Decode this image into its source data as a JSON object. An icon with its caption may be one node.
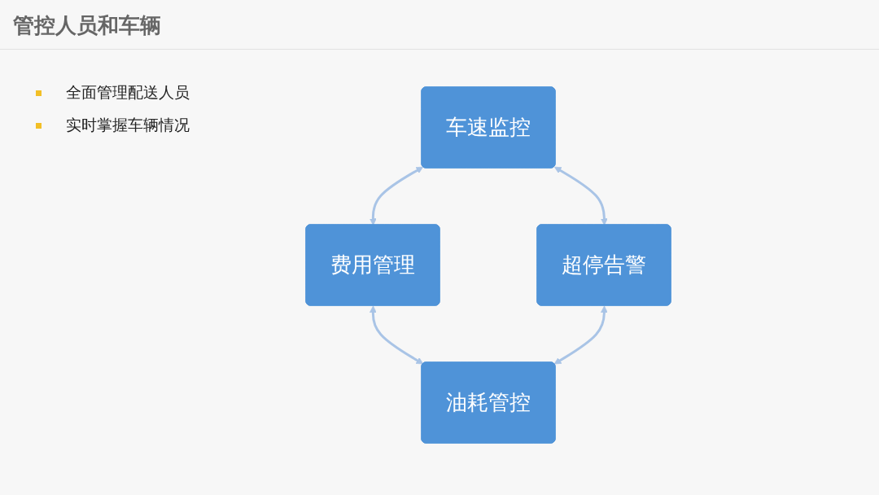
{
  "diagram": {
    "title": "管控人员和车辆",
    "nodes": [
      {
        "text": [
          "车速监控"
        ]
      },
      {
        "text": [
          "费用管理"
        ]
      },
      {
        "text": [
          "超停告警"
        ]
      },
      {
        "text": [
          "油耗管控"
        ]
      }
    ],
    "edges": [
      {
        "from": 0,
        "to": 1,
        "arrow": "both"
      },
      {
        "from": 0,
        "to": 2,
        "arrow": "both"
      },
      {
        "from": 1,
        "to": 3,
        "arrow": "both"
      },
      {
        "from": 2,
        "to": 3,
        "arrow": "both"
      }
    ],
    "labels": [
      "全面管理配送人员",
      "实时掌握车辆情况"
    ]
  }
}
